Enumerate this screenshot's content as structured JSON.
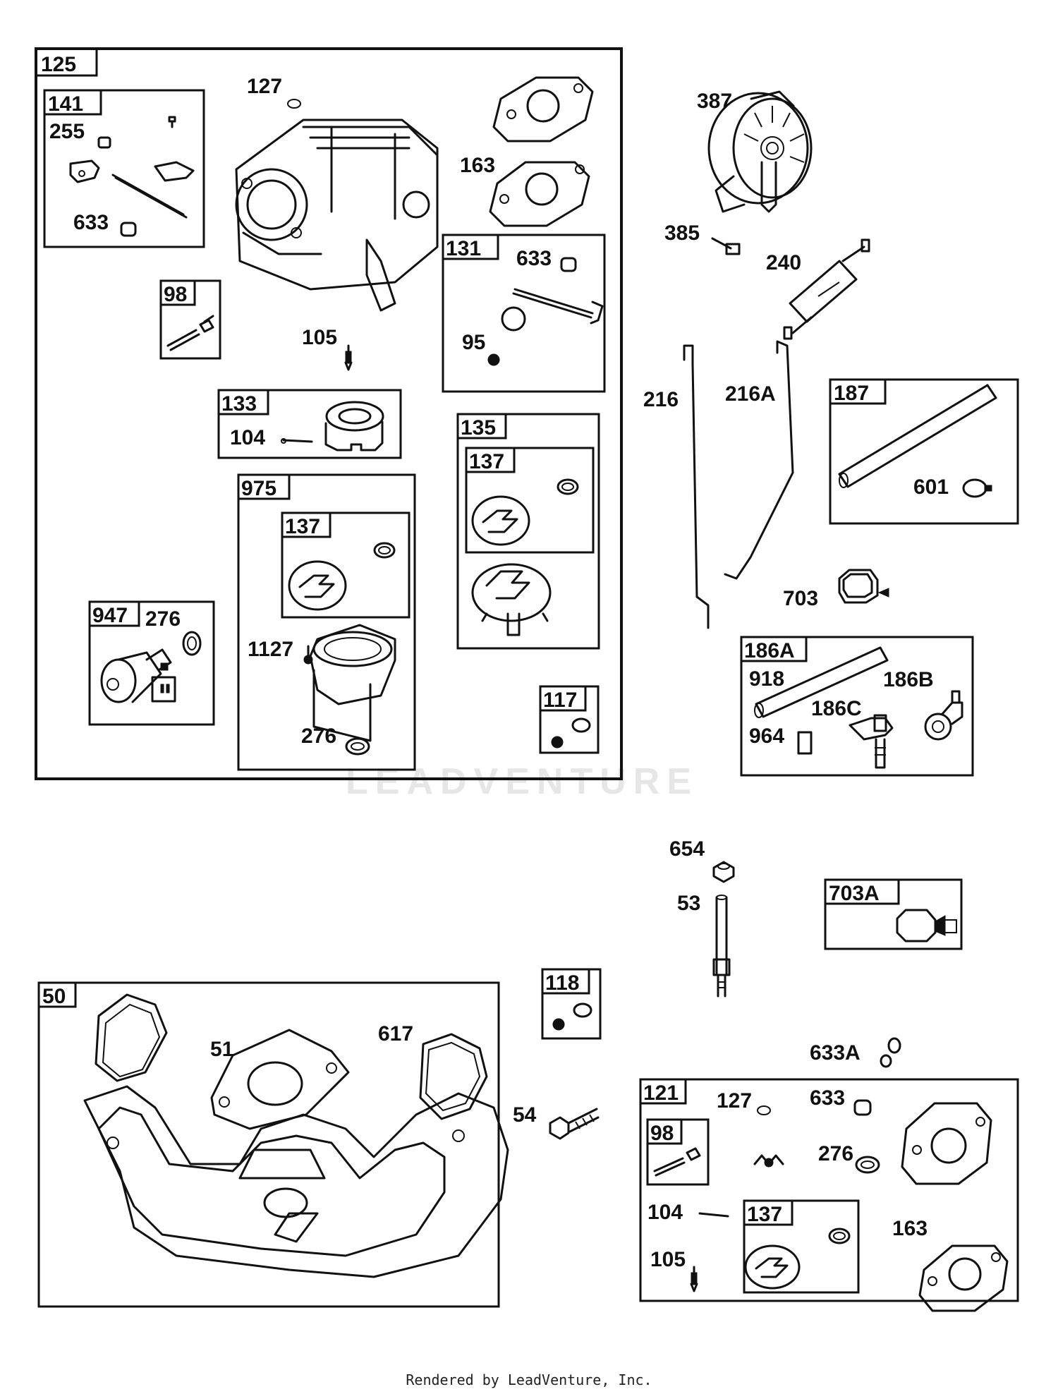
{
  "footer": "Rendered by LeadVenture, Inc.",
  "watermark": "LEADVENTURE",
  "boxes": {
    "b125": "125",
    "b141": "141",
    "b98a": "98",
    "b131": "131",
    "b133": "133",
    "b135": "135",
    "b137a": "137",
    "b975": "975",
    "b137b": "137",
    "b947": "947",
    "b117": "117",
    "b187": "187",
    "b186A": "186A",
    "b703A": "703A",
    "b50": "50",
    "b118": "118",
    "b121": "121",
    "b98b": "98",
    "b137c": "137"
  },
  "labels": {
    "p127a": "127",
    "p255": "255",
    "p633a": "633",
    "p163a": "163",
    "p633b": "633",
    "p95": "95",
    "p105a": "105",
    "p104a": "104",
    "p276a": "276",
    "p1127": "1127",
    "p276b": "276",
    "p387": "387",
    "p385": "385",
    "p240": "240",
    "p216": "216",
    "p216A": "216A",
    "p601": "601",
    "p703": "703",
    "p918": "918",
    "p186B": "186B",
    "p186C": "186C",
    "p964": "964",
    "p654": "654",
    "p53": "53",
    "p51": "51",
    "p617": "617",
    "p54": "54",
    "p633A": "633A",
    "p127b": "127",
    "p633c": "633",
    "p276c": "276",
    "p104b": "104",
    "p105b": "105",
    "p163b": "163"
  }
}
